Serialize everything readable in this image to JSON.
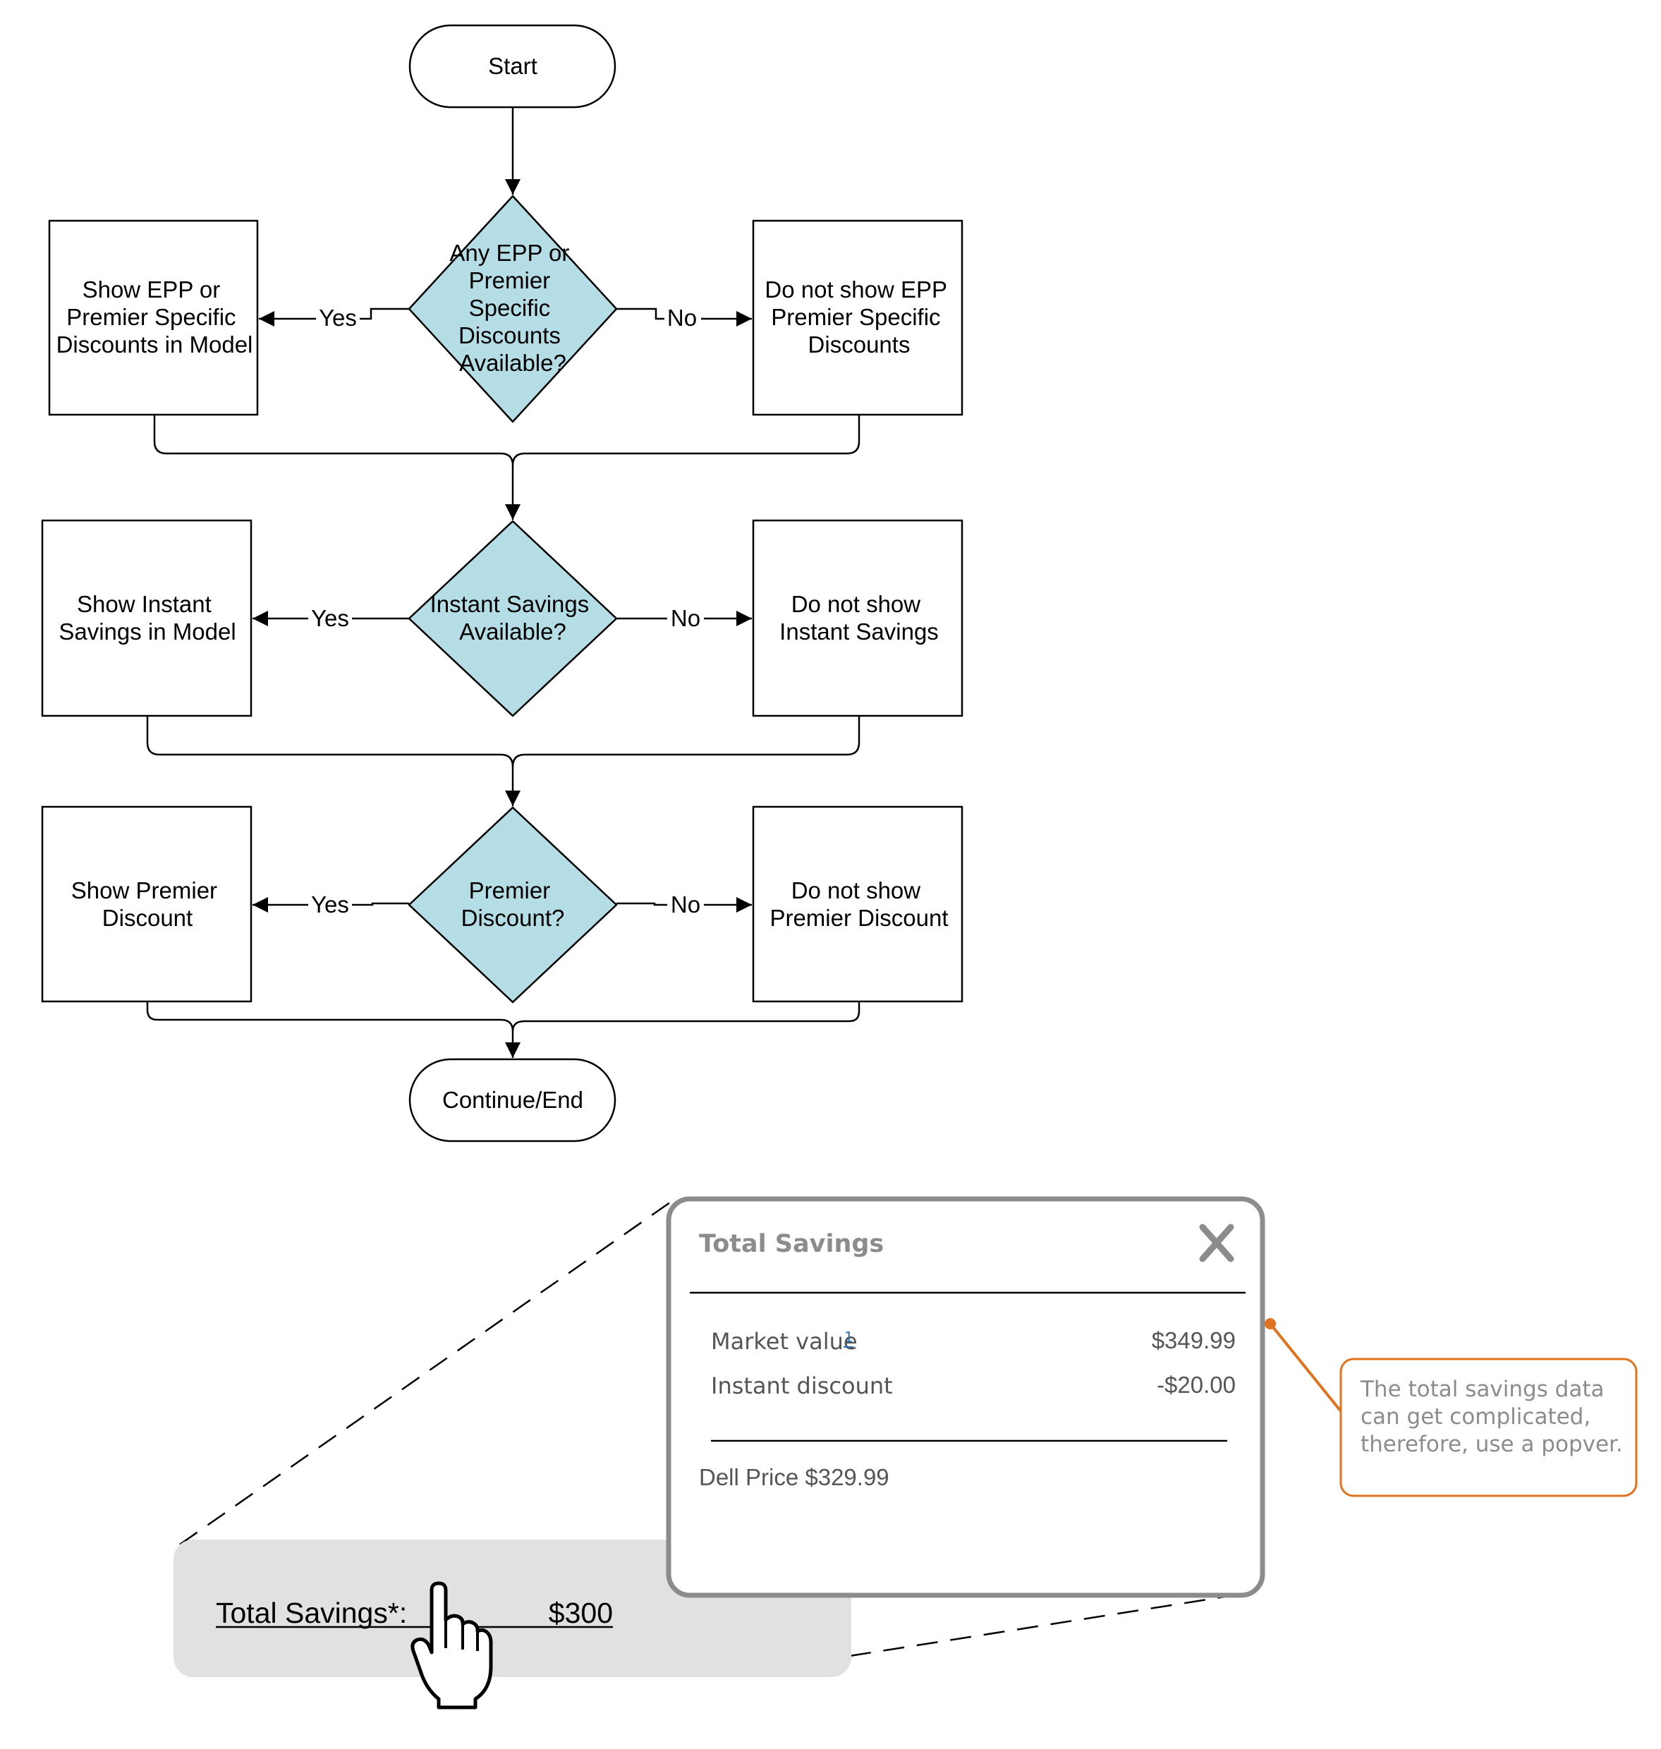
{
  "flowchart": {
    "start": "Start",
    "end": "Continue/End",
    "decisions": [
      {
        "text": [
          "Any EPP or",
          "Premier",
          "Specific",
          "Discounts",
          "Available?"
        ]
      },
      {
        "text": [
          "Instant Savings",
          "Available?"
        ]
      },
      {
        "text": [
          "Premier",
          "Discount?"
        ]
      }
    ],
    "yes_boxes": [
      {
        "text": [
          "Show EPP or",
          "Premier Specific",
          "Discounts in Model"
        ]
      },
      {
        "text": [
          "Show Instant",
          "Savings in Model"
        ]
      },
      {
        "text": [
          "Show Premier",
          "Discount"
        ]
      }
    ],
    "no_boxes": [
      {
        "text": [
          "Do not show EPP",
          "Premier Specific",
          "Discounts"
        ]
      },
      {
        "text": [
          "Do not show",
          "Instant Savings"
        ]
      },
      {
        "text": [
          "Do not show",
          "Premier Discount"
        ]
      }
    ],
    "yes_label": "Yes",
    "no_label": "No",
    "decision_fill": "#b4dde6"
  },
  "popover": {
    "title": "Total Savings",
    "close_icon": "close-x-icon",
    "rows": [
      {
        "label": "Market value",
        "footnote": "1",
        "value": "$349.99"
      },
      {
        "label": "Instant discount",
        "value": "-$20.00"
      }
    ],
    "dell_price": "Dell Price $329.99"
  },
  "annotation": {
    "lines": [
      "The total savings data",
      "can get complicated,",
      "therefore, use a popver."
    ],
    "color": "#e07320"
  },
  "total_savings_bar": {
    "label": "Total Savings*:",
    "value": "$300",
    "cursor_icon": "hand-pointer-icon"
  }
}
